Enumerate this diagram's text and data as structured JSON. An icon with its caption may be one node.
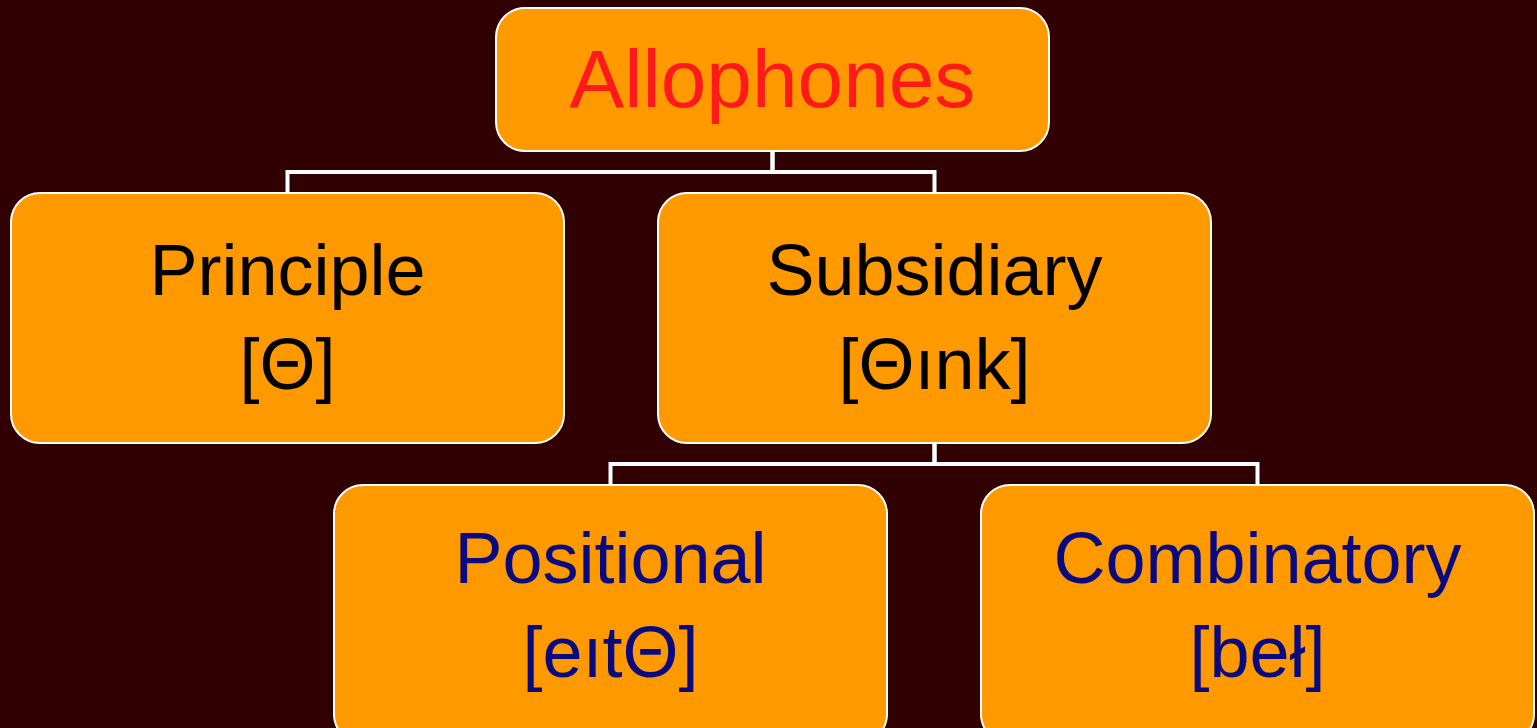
{
  "diagram": {
    "nodes": [
      {
        "text": [
          "Allophones"
        ]
      },
      {
        "text": [
          "Principle",
          "[Θ]"
        ]
      },
      {
        "text": [
          "Subsidiary",
          "[Θınk]"
        ]
      },
      {
        "text": [
          "Positional",
          "[eıtΘ]"
        ]
      },
      {
        "text": [
          "Combinatory",
          "[beł]"
        ]
      }
    ],
    "edges": [
      {
        "from": 0,
        "to": 1,
        "arrow": "none"
      },
      {
        "from": 0,
        "to": 2,
        "arrow": "none"
      },
      {
        "from": 2,
        "to": 3,
        "arrow": "none"
      },
      {
        "from": 2,
        "to": 4,
        "arrow": "none"
      }
    ]
  }
}
